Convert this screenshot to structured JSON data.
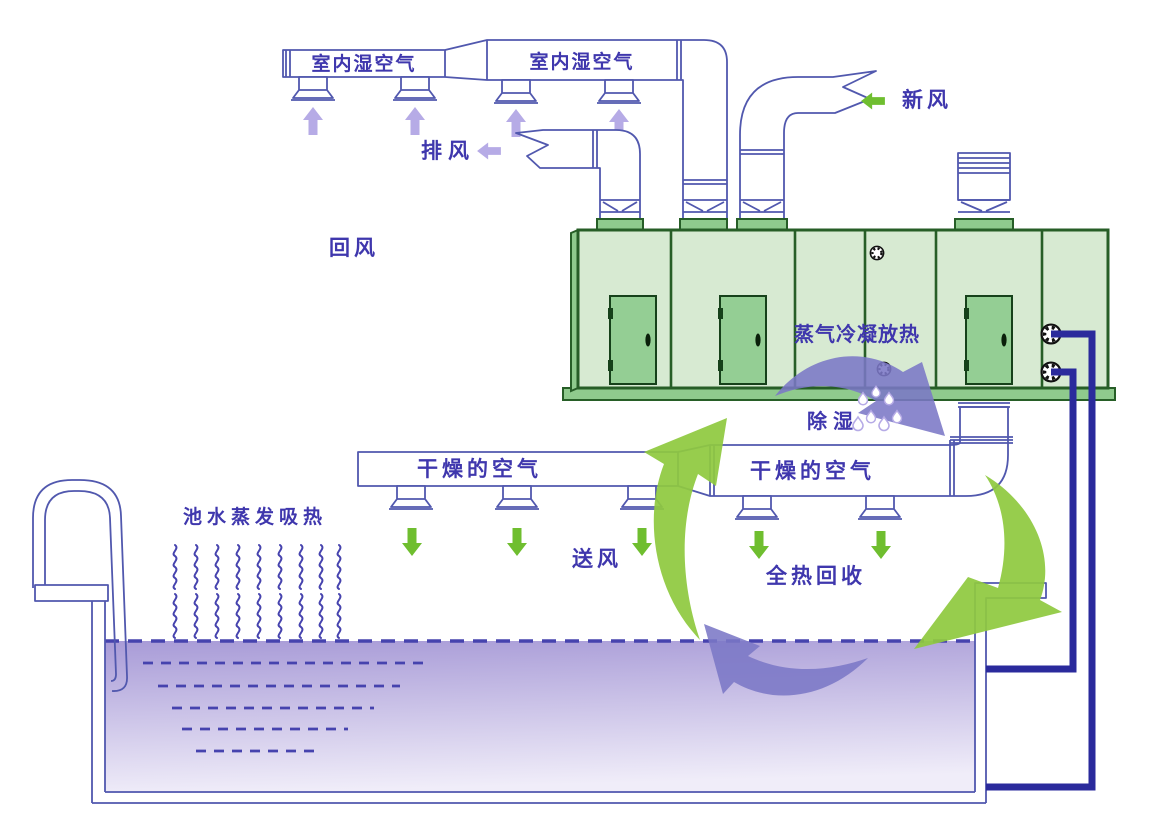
{
  "labels": {
    "indoor_humid_left": "室内湿空气",
    "indoor_humid_right": "室内湿空气",
    "exhaust": "排风",
    "fresh_air": "新风",
    "return_air": "回风",
    "condensation": "蒸气冷凝放热",
    "dehumidify": "除湿",
    "dry_air_left": "干燥的空气",
    "dry_air_right": "干燥的空气",
    "supply_air": "送风",
    "heat_recovery": "全热回收",
    "evaporation": "池水蒸发吸热"
  },
  "colors": {
    "line": "#5158ae",
    "text": "#3f37ad",
    "green": "#6fbe2f",
    "big_green": "#8fc93f",
    "light_purple": "#b6abe6",
    "purple": "#7b77c6",
    "ahu_fill": "#d7ead2",
    "ahu_medium": "#8fca8d",
    "ahu_dark": "#275e27",
    "door": "#94ce94",
    "pipe": "#2a2a9c",
    "dash": "#4643ae",
    "water_top": "#a89bd7",
    "water_bottom": "#f0edf9"
  }
}
